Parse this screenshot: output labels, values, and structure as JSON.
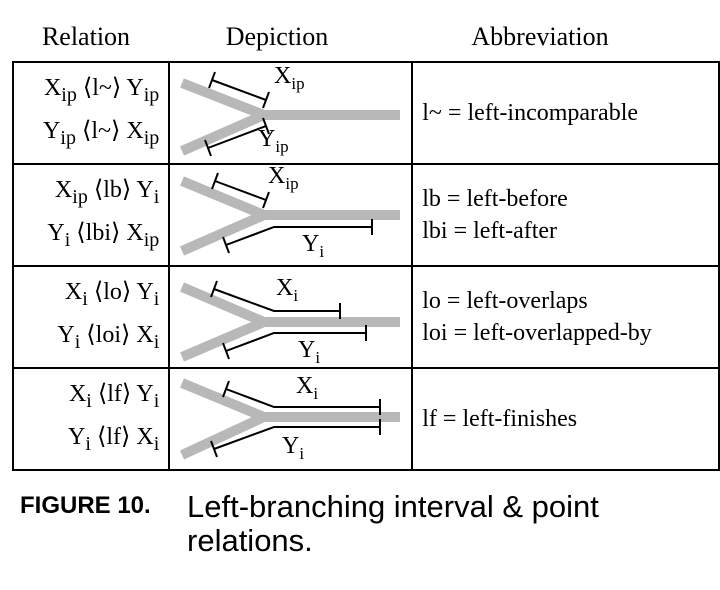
{
  "headers": {
    "relation": "Relation",
    "depiction": "Depiction",
    "abbreviation": "Abbreviation"
  },
  "rows": [
    {
      "rel1": {
        "a": "X",
        "as": "ip",
        "op": "⟨l~⟩",
        "b": "Y",
        "bs": "ip"
      },
      "rel2": {
        "a": "Y",
        "as": "ip",
        "op": "⟨l~⟩",
        "b": "X",
        "bs": "ip"
      },
      "top_label": {
        "base": "X",
        "sub": "ip"
      },
      "bot_label": {
        "base": "Y",
        "sub": "ip"
      },
      "abbr": [
        "l~ = left-incomparable"
      ]
    },
    {
      "rel1": {
        "a": "X",
        "as": "ip",
        "op": "⟨lb⟩",
        "b": "Y",
        "bs": "i"
      },
      "rel2": {
        "a": "Y",
        "as": "i",
        "op": "⟨lbi⟩",
        "b": "X",
        "bs": "ip"
      },
      "top_label": {
        "base": "X",
        "sub": "ip"
      },
      "bot_label": {
        "base": "Y",
        "sub": "i"
      },
      "abbr": [
        "lb = left-before",
        "lbi = left-after"
      ]
    },
    {
      "rel1": {
        "a": "X",
        "as": "i",
        "op": "⟨lo⟩",
        "b": "Y",
        "bs": "i"
      },
      "rel2": {
        "a": "Y",
        "as": "i",
        "op": "⟨loi⟩",
        "b": "X",
        "bs": "i"
      },
      "top_label": {
        "base": "X",
        "sub": "i"
      },
      "bot_label": {
        "base": "Y",
        "sub": "i"
      },
      "abbr": [
        "lo = left-overlaps",
        "loi = left-overlapped-by"
      ]
    },
    {
      "rel1": {
        "a": "X",
        "as": "i",
        "op": "⟨lf⟩",
        "b": "Y",
        "bs": "i"
      },
      "rel2": {
        "a": "Y",
        "as": "i",
        "op": "⟨lf⟩",
        "b": "X",
        "bs": "i"
      },
      "top_label": {
        "base": "X",
        "sub": "i"
      },
      "bot_label": {
        "base": "Y",
        "sub": "i"
      },
      "abbr": [
        "lf = left-finishes"
      ]
    }
  ],
  "caption": {
    "number": "FIGURE 10.",
    "text": "Left-branching interval & point relations."
  },
  "colors": {
    "branch": "#b8b8b8",
    "line": "#000000"
  }
}
